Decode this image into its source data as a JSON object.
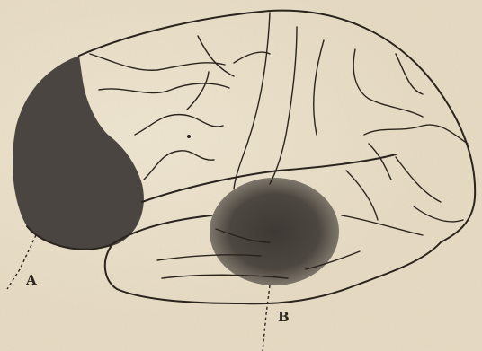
{
  "figure": {
    "labels": [
      {
        "id": "A",
        "text": "A"
      },
      {
        "id": "B",
        "text": "B"
      }
    ]
  },
  "colors": {
    "paper": "#e6dac1",
    "ink": "#2a241d",
    "shading": "#4a4540"
  }
}
